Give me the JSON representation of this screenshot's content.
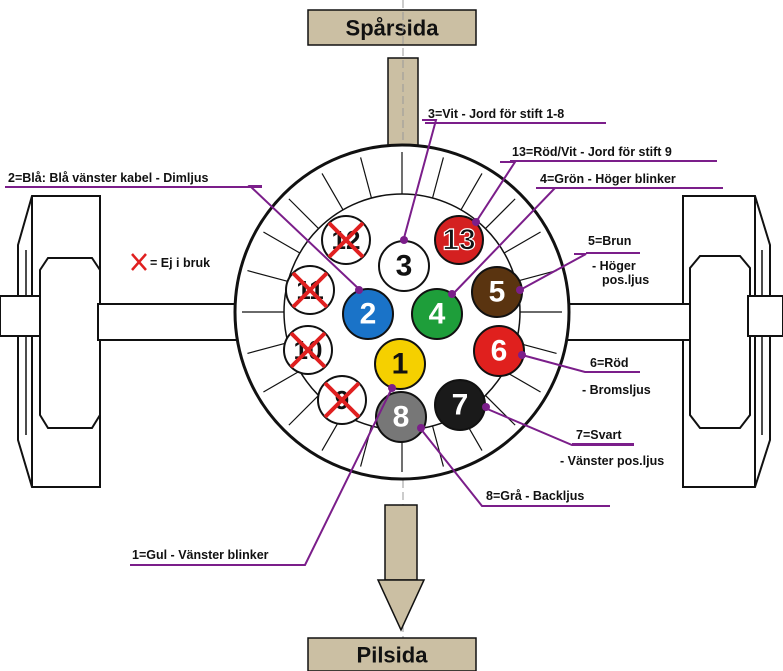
{
  "banners": {
    "top": "Spårsida",
    "bottom": "Pilsida"
  },
  "legend": {
    "text": "= Ej i bruk"
  },
  "pins": [
    {
      "id": "1",
      "fill": "#f5d000",
      "text": "#111111"
    },
    {
      "id": "2",
      "fill": "#1a73c8",
      "text": "#ffffff"
    },
    {
      "id": "3",
      "fill": "#ffffff",
      "text": "#111111"
    },
    {
      "id": "4",
      "fill": "#1e9e3a",
      "text": "#ffffff"
    },
    {
      "id": "5",
      "fill": "#5a3410",
      "text": "#ffffff"
    },
    {
      "id": "6",
      "fill": "#e0201e",
      "text": "#ffffff"
    },
    {
      "id": "7",
      "fill": "#1a1a1a",
      "text": "#ffffff"
    },
    {
      "id": "8",
      "fill": "#777777",
      "text": "#ffffff"
    },
    {
      "id": "13",
      "fill": "#d42020",
      "text": "#111111"
    }
  ],
  "unused_pins": [
    "12",
    "11",
    "10",
    "9"
  ],
  "labels": {
    "pin1": "1=Gul - Vänster blinker",
    "pin2": "2=Blå: Blå vänster kabel - Dimljus",
    "pin3": "3=Vit - Jord för stift 1-8",
    "pin4": "4=Grön - Höger blinker",
    "pin5_a": "5=Brun",
    "pin5_b": "- Höger",
    "pin5_c": "pos.ljus",
    "pin6_a": "6=Röd",
    "pin6_b": "- Bromsljus",
    "pin7_a": "7=Svart",
    "pin7_b": "- Vänster pos.ljus",
    "pin8": "8=Grå - Backljus",
    "pin13": "13=Röd/Vit - Jord för stift 9"
  },
  "colors": {
    "leader": "#7b1e8a",
    "banner": "#cbbfa3",
    "cross": "#e02020"
  }
}
